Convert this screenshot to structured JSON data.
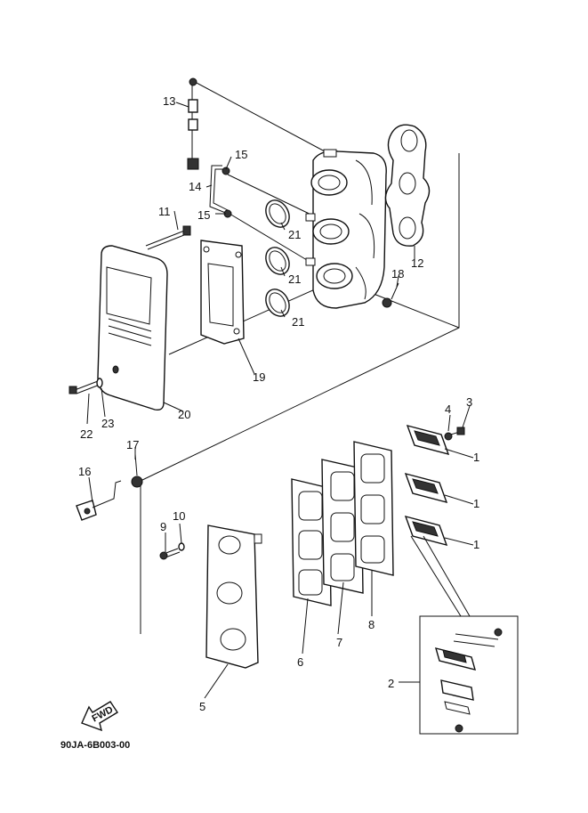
{
  "diagram": {
    "code": "90JA-6B003-00",
    "fwd_label": "FWD",
    "callouts": {
      "c1a": "1",
      "c1b": "1",
      "c1c": "1",
      "c2": "2",
      "c3": "3",
      "c4": "4",
      "c5": "5",
      "c6": "6",
      "c7": "7",
      "c8": "8",
      "c9": "9",
      "c10": "10",
      "c11": "11",
      "c12": "12",
      "c13": "13",
      "c14": "14",
      "c15a": "15",
      "c15b": "15",
      "c16": "16",
      "c17": "17",
      "c18": "18",
      "c19": "19",
      "c20": "20",
      "c21a": "21",
      "c21b": "21",
      "c21c": "21",
      "c22": "22",
      "c23": "23"
    }
  }
}
